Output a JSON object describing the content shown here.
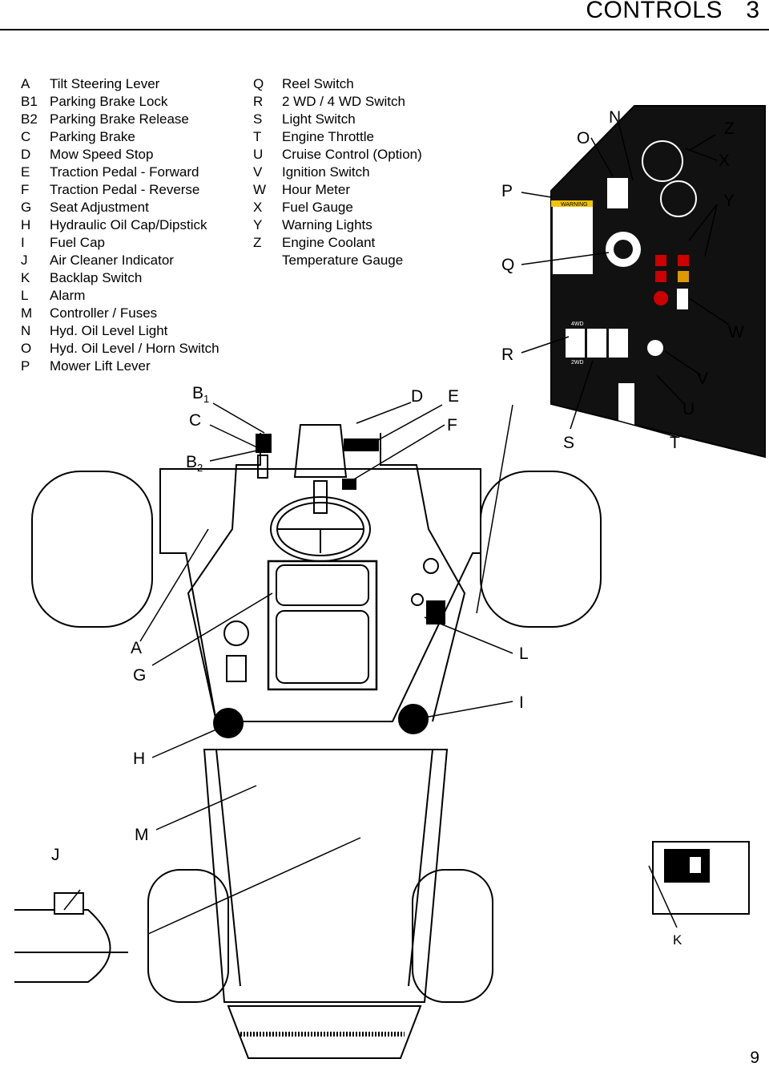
{
  "header": {
    "title": "CONTROLS",
    "page": "3"
  },
  "legend_left": [
    {
      "code": "A",
      "label": "Tilt Steering Lever"
    },
    {
      "code": "B1",
      "label": "Parking Brake Lock"
    },
    {
      "code": "B2",
      "label": "Parking Brake Release"
    },
    {
      "code": "C",
      "label": "Parking Brake"
    },
    {
      "code": "D",
      "label": "Mow Speed Stop"
    },
    {
      "code": "E",
      "label": "Traction Pedal - Forward"
    },
    {
      "code": "F",
      "label": "Traction Pedal - Reverse"
    },
    {
      "code": "G",
      "label": "Seat Adjustment"
    },
    {
      "code": "H",
      "label": "Hydraulic Oil Cap/Dipstick"
    },
    {
      "code": "I",
      "label": "Fuel Cap"
    },
    {
      "code": "J",
      "label": "Air Cleaner Indicator"
    },
    {
      "code": "K",
      "label": "Backlap Switch"
    },
    {
      "code": "L",
      "label": "Alarm"
    },
    {
      "code": "M",
      "label": "Controller / Fuses"
    },
    {
      "code": "N",
      "label": "Hyd. Oil Level Light"
    },
    {
      "code": "O",
      "label": "Hyd. Oil Level / Horn Switch"
    },
    {
      "code": "P",
      "label": "Mower Lift Lever"
    }
  ],
  "legend_right": [
    {
      "code": "Q",
      "label": "Reel Switch"
    },
    {
      "code": "R",
      "label": "2 WD / 4 WD Switch"
    },
    {
      "code": "S",
      "label": "Light Switch"
    },
    {
      "code": "T",
      "label": "Engine Throttle"
    },
    {
      "code": "U",
      "label": "Cruise Control (Option)"
    },
    {
      "code": "V",
      "label": "Ignition Switch"
    },
    {
      "code": "W",
      "label": "Hour Meter"
    },
    {
      "code": "X",
      "label": "Fuel Gauge"
    },
    {
      "code": "Y",
      "label": "Warning Lights"
    },
    {
      "code": "Z",
      "label": "Engine Coolant"
    },
    {
      "code": "",
      "label": "Temperature Gauge"
    }
  ],
  "callouts": {
    "B1": "B",
    "B1_sub": "1",
    "B2": "B",
    "B2_sub": "2",
    "C": "C",
    "D": "D",
    "E": "E",
    "F": "F",
    "A": "A",
    "G": "G",
    "H": "H",
    "I": "I",
    "J": "J",
    "K": "K",
    "L": "L",
    "M": "M",
    "N": "N",
    "O": "O",
    "P": "P",
    "Q": "Q",
    "R": "R",
    "S": "S",
    "T": "T",
    "U": "U",
    "V": "V",
    "W": "W",
    "X": "X",
    "Y": "Y",
    "Z": "Z"
  },
  "panel_text": {
    "warning": "WARNING",
    "fourwd": "4WD",
    "twowd": "2WD"
  },
  "page_number": "9"
}
